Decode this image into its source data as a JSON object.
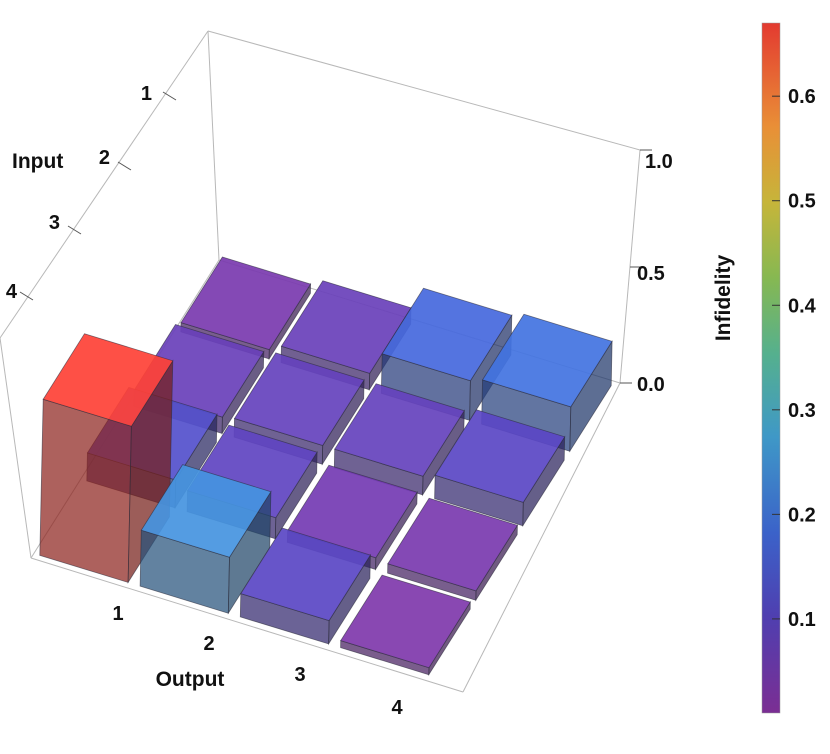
{
  "chart_data": {
    "type": "bar3d",
    "xlabel": "Output",
    "ylabel": "Input",
    "zlabel": "Infidelity",
    "x_ticks": [
      "1",
      "2",
      "3",
      "4"
    ],
    "y_ticks": [
      "1",
      "2",
      "3",
      "4"
    ],
    "z_ticks": [
      "0.0",
      "0.5",
      "1.0"
    ],
    "zlim": [
      0,
      1.0
    ],
    "colorbar": {
      "label": "Infidelity",
      "range": [
        0.01,
        0.67
      ],
      "ticks": [
        "0.1",
        "0.2",
        "0.3",
        "0.4",
        "0.5",
        "0.6"
      ],
      "tick_values": [
        0.1,
        0.2,
        0.3,
        0.4,
        0.5,
        0.6
      ]
    },
    "cells": [
      {
        "output": 1,
        "input": 1,
        "value": 0.04
      },
      {
        "output": 2,
        "input": 1,
        "value": 0.07
      },
      {
        "output": 3,
        "input": 1,
        "value": 0.17
      },
      {
        "output": 4,
        "input": 1,
        "value": 0.19
      },
      {
        "output": 1,
        "input": 2,
        "value": 0.07
      },
      {
        "output": 2,
        "input": 2,
        "value": 0.08
      },
      {
        "output": 3,
        "input": 2,
        "value": 0.08
      },
      {
        "output": 4,
        "input": 2,
        "value": 0.1
      },
      {
        "output": 1,
        "input": 3,
        "value": 0.12
      },
      {
        "output": 2,
        "input": 3,
        "value": 0.09
      },
      {
        "output": 3,
        "input": 3,
        "value": 0.05
      },
      {
        "output": 4,
        "input": 3,
        "value": 0.04
      },
      {
        "output": 1,
        "input": 4,
        "value": 0.67
      },
      {
        "output": 2,
        "input": 4,
        "value": 0.24
      },
      {
        "output": 3,
        "input": 4,
        "value": 0.1
      },
      {
        "output": 4,
        "input": 4,
        "value": 0.03
      }
    ]
  }
}
